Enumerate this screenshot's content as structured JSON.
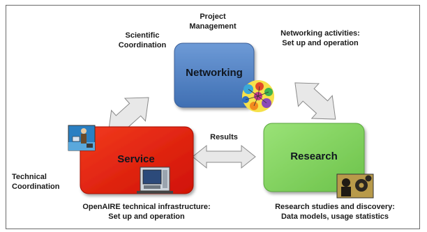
{
  "nodes": {
    "networking": {
      "label": "Networking",
      "color": "#4f7fc2"
    },
    "service": {
      "label": "Service",
      "color": "#e41a08"
    },
    "research": {
      "label": "Research",
      "color": "#7cd25a"
    }
  },
  "labels": {
    "project_management_1": "Project",
    "project_management_2": "Management",
    "scientific_1": "Scientific",
    "scientific_2": "Coordination",
    "networking_activities_1": "Networking activities:",
    "networking_activities_2": "Set up and operation",
    "results": "Results",
    "technical_1": "Technical",
    "technical_2": "Coordination",
    "infrastructure_1": "OpenAIRE technical infrastructure:",
    "infrastructure_2": "Set up and operation",
    "research_studies_1": "Research studies and discovery:",
    "research_studies_2": "Data models, usage statistics"
  },
  "colors": {
    "arrow_fill": "#e8e8e8",
    "arrow_stroke": "#8a8a8a",
    "frame": "#6a6a6a"
  },
  "icons": {
    "networking": "people-network-icon",
    "service_top": "person-at-computer-icon",
    "service_bottom": "computer-workstation-icon",
    "research": "researcher-gears-icon"
  }
}
